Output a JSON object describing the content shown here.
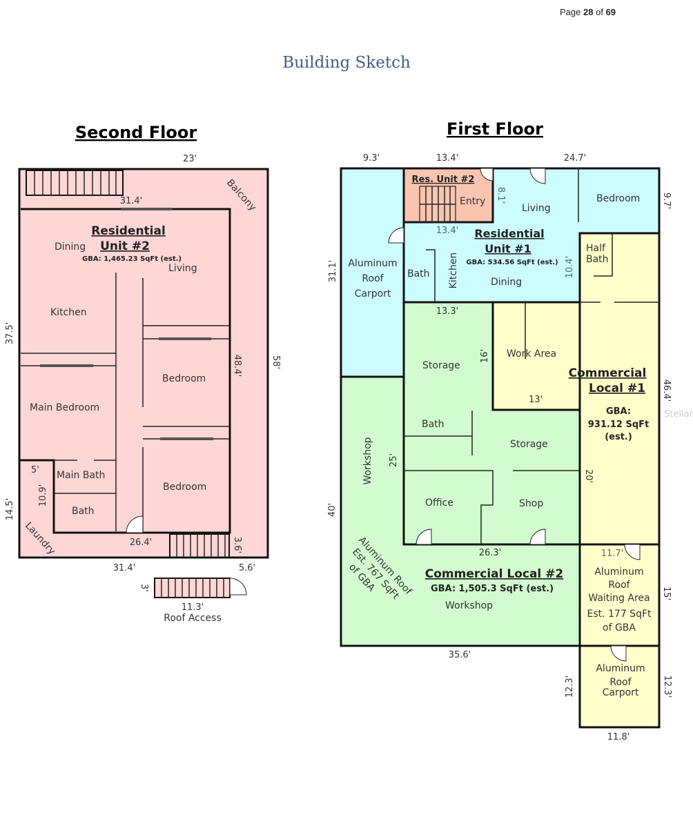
{
  "page": {
    "label": "Page",
    "current": "28",
    "of": "of",
    "total": "69"
  },
  "title": "Building Sketch",
  "watermark": "Stellar MLS",
  "colors": {
    "second_floor": "#ffd6d6",
    "residential_1": "#ccfcff",
    "res_unit_2_entry": "#f9c5b0",
    "commercial_1": "#ffffcc",
    "commercial_2": "#d2fccf",
    "title": "#3d5f86"
  },
  "second_floor": {
    "heading": "Second Floor",
    "unit_title_1": "Residential",
    "unit_title_2": "Unit #2",
    "gba": "GBA: 1,465.23 SqFt (est.)",
    "rooms": {
      "dining": "Dining",
      "living": "Living",
      "kitchen": "Kitchen",
      "bedroom_1": "Bedroom",
      "main_bedroom": "Main Bedroom",
      "main_bath": "Main Bath",
      "bedroom_2": "Bedroom",
      "bath": "Bath",
      "laundry": "Laundry",
      "balcony": "Balcony",
      "roof_access": "Roof Access"
    },
    "dims": {
      "top": "23'",
      "inner_top": "31.4'",
      "left": "37.5'",
      "inner_right": "48.4'",
      "right": "58'",
      "left_lower": "14.5'",
      "laundry_w": "5'",
      "laundry_h": "10.9'",
      "inner_bottom": "26.4'",
      "stair_h": "3.6'",
      "bottom": "31.4'",
      "bottom_right": "5.6'",
      "roof_h": "3'",
      "roof_w": "11.3'"
    }
  },
  "first_floor": {
    "heading": "First Floor",
    "res_unit_2": "Res. Unit #2",
    "entry": "Entry",
    "res1_title_1": "Residential",
    "res1_title_2": "Unit #1",
    "res1_gba": "GBA: 534.56 SqFt (est.)",
    "rooms": {
      "living": "Living",
      "bedroom": "Bedroom",
      "half_bath_1": "Half",
      "half_bath_2": "Bath",
      "bath": "Bath",
      "kitchen": "Kitchen",
      "dining": "Dining",
      "carport_1": "Aluminum",
      "carport_2": "Roof",
      "carport_3": "Carport",
      "storage_1": "Storage",
      "work_area": "Work Area",
      "bath2": "Bath",
      "storage_2": "Storage",
      "workshop_v": "Workshop",
      "office": "Office",
      "shop": "Shop",
      "workshop": "Workshop",
      "alroof_1": "Aluminum Roof",
      "alroof_2": "Est. 767 SqFt",
      "alroof_3": "of GBA",
      "wait_1": "Aluminum",
      "wait_2": "Roof",
      "wait_3": "Waiting Area",
      "wait_4": "Est. 177 SqFt",
      "wait_5": "of GBA",
      "cp2_1": "Aluminum",
      "cp2_2": "Roof",
      "cp2_3": "Carport"
    },
    "com1_title_1": "Commercial",
    "com1_title_2": "Local #1",
    "com1_gba_1": "GBA:",
    "com1_gba_2": "931.12 SqFt",
    "com1_gba_3": "(est.)",
    "com2_title": "Commercial Local #2",
    "com2_gba": "GBA: 1,505.3 SqFt (est.)",
    "dims": {
      "top_left": "9.3'",
      "top_mid": "13.4'",
      "top_right": "24.7'",
      "right_top": "9.7'",
      "entry_h": "8.1'",
      "entry_w": "13.4'",
      "left": "31.1'",
      "dining_h": "10.4'",
      "storage_w": "13.3'",
      "storage_h": "16'",
      "work_w": "13'",
      "right": "46.4'",
      "workshop_h": "25'",
      "shop_h": "20'",
      "left_lower": "40'",
      "inner_bottom": "26.3'",
      "wait_w": "11.7'",
      "wait_h": "15'",
      "bottom": "35.6'",
      "cp_left": "12.3'",
      "cp_right": "12.3'",
      "cp_bottom": "11.8'"
    }
  }
}
